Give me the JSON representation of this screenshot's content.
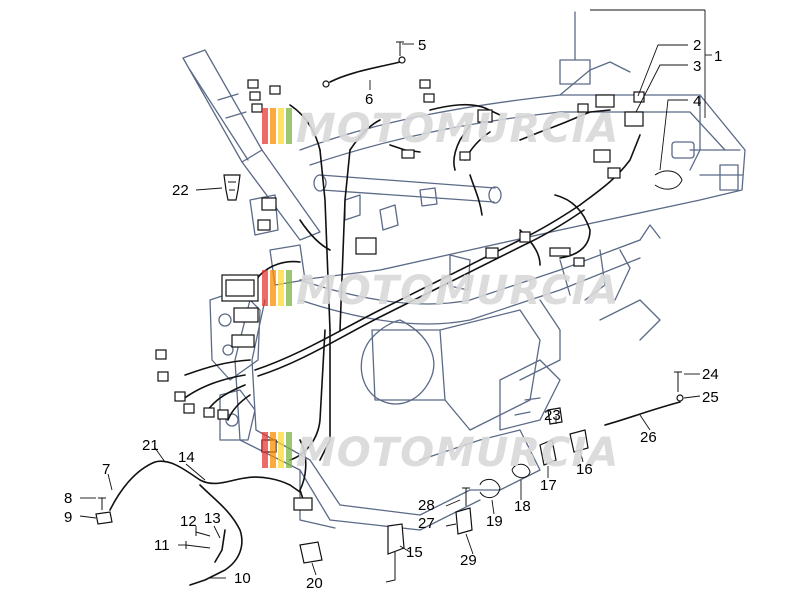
{
  "watermark": {
    "text": "MOTOMURCIA",
    "stripe_colors": [
      "#e53935",
      "#fb8c00",
      "#fdd835",
      "#7cb342"
    ]
  },
  "callouts": [
    "1",
    "2",
    "3",
    "4",
    "5",
    "6",
    "7",
    "8",
    "9",
    "10",
    "11",
    "12",
    "13",
    "14",
    "15",
    "16",
    "17",
    "18",
    "19",
    "20",
    "21",
    "22",
    "23",
    "24",
    "25",
    "26",
    "27",
    "28",
    "29"
  ]
}
